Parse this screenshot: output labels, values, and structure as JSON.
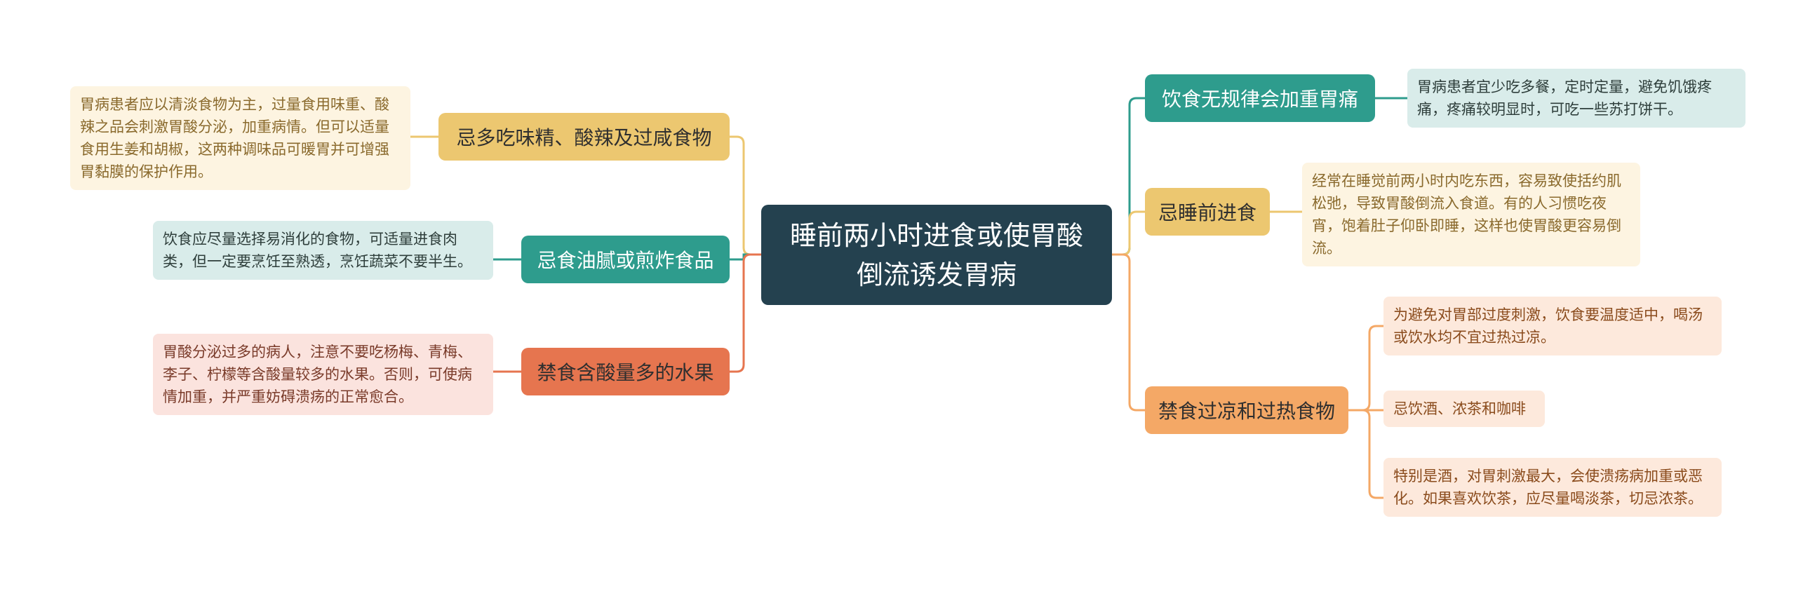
{
  "root": {
    "title": "睡前两小时进食或使胃酸倒流诱发胃病"
  },
  "left_branches": [
    {
      "label": "忌多吃味精、酸辣及过咸食物",
      "color": "#ecc770",
      "detail": "胃病患者应以清淡食物为主，过量食用味重、酸辣之品会刺激胃酸分泌，加重病情。但可以适量食用生姜和胡椒，这两种调味品可暖胃并可增强胃黏膜的保护作用。"
    },
    {
      "label": "忌食油腻或煎炸食品",
      "color": "#2e9c8d",
      "detail": "饮食应尽量选择易消化的食物，可适量进食肉类，但一定要烹饪至熟透，烹饪蔬菜不要半生。"
    },
    {
      "label": "禁食含酸量多的水果",
      "color": "#e6754f",
      "detail": "胃酸分泌过多的病人，注意不要吃杨梅、青梅、李子、柠檬等含酸量较多的水果。否则，可使病情加重，并严重妨碍溃疡的正常愈合。"
    }
  ],
  "right_branches": [
    {
      "label": "饮食无规律会加重胃痛",
      "color": "#2e9c8d",
      "details": [
        "胃病患者宜少吃多餐，定时定量，避免饥饿疼痛，疼痛较明显时，可吃一些苏打饼干。"
      ]
    },
    {
      "label": "忌睡前进食",
      "color": "#ecc770",
      "details": [
        "经常在睡觉前两小时内吃东西，容易致使括约肌松弛，导致胃酸倒流入食道。有的人习惯吃夜宵，饱着肚子仰卧即睡，这样也使胃酸更容易倒流。"
      ]
    },
    {
      "label": "禁食过凉和过热食物",
      "color": "#f4a866",
      "details": [
        "为避免对胃部过度刺激，饮食要温度适中，喝汤或饮水均不宜过热过凉。",
        "忌饮酒、浓茶和咖啡",
        "特别是酒，对胃刺激最大，会使溃疡病加重或恶化。如果喜欢饮茶，应尽量喝淡茶，切忌浓茶。"
      ]
    }
  ]
}
